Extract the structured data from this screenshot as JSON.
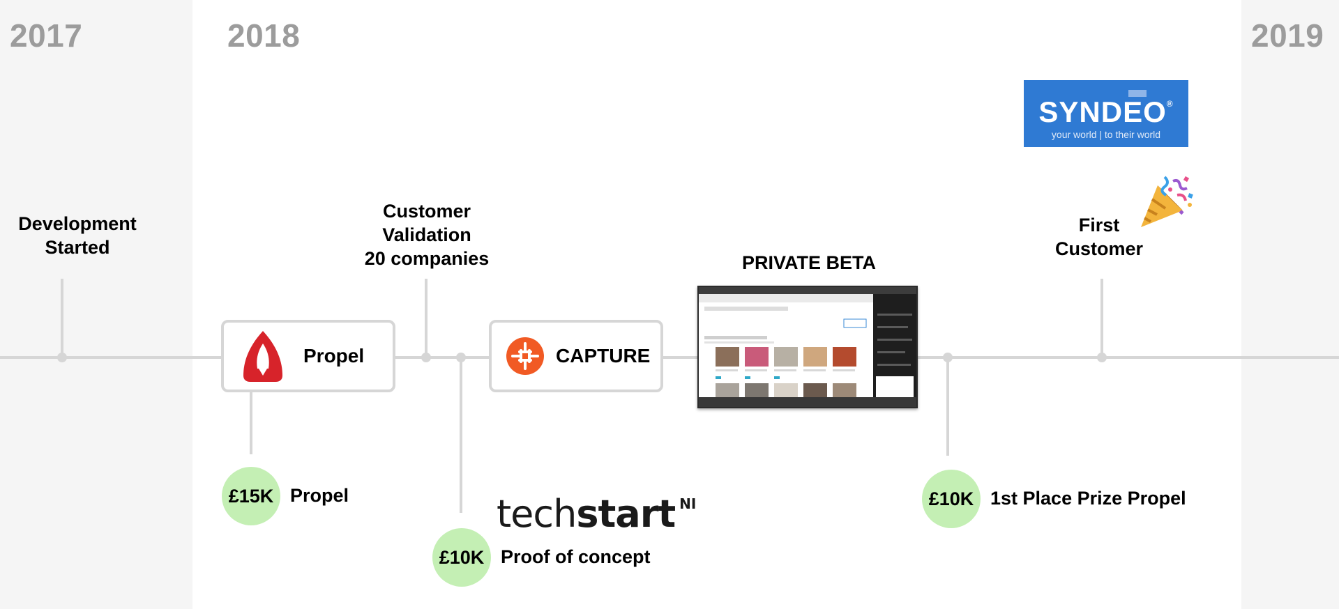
{
  "years": {
    "y2017": "2017",
    "y2018": "2018",
    "y2019": "2019"
  },
  "milestones": {
    "development": {
      "line1": "Development",
      "line2": "Started"
    },
    "validation": {
      "line1": "Customer",
      "line2": "Validation",
      "line3": "20 companies"
    },
    "private_beta": "PRIVATE BETA",
    "first_customer": {
      "line1": "First",
      "line2": "Customer"
    }
  },
  "programs": {
    "propel": "Propel",
    "capture": "CAPTURE"
  },
  "funding": [
    {
      "amount": "£15K",
      "label": "Propel"
    },
    {
      "amount": "£10K",
      "label": "Proof of concept"
    },
    {
      "amount": "£10K",
      "label": "1st Place Prize Propel"
    }
  ],
  "techstart": {
    "light": "tech",
    "bold": "start",
    "sup": "NI"
  },
  "syndeo": {
    "name": "SYNDEO",
    "reg": "®",
    "tagline": "your world | to their world"
  },
  "colors": {
    "timeline": "#d6d6d6",
    "money_bubble": "#c4efb4",
    "year_text": "#9c9c9c",
    "propel_red": "#d7232a",
    "capture_orange": "#f15a24",
    "syndeo_blue": "#2f7ad3"
  },
  "icons": [
    "rocket-icon",
    "capture-icon",
    "party-popper-icon"
  ]
}
